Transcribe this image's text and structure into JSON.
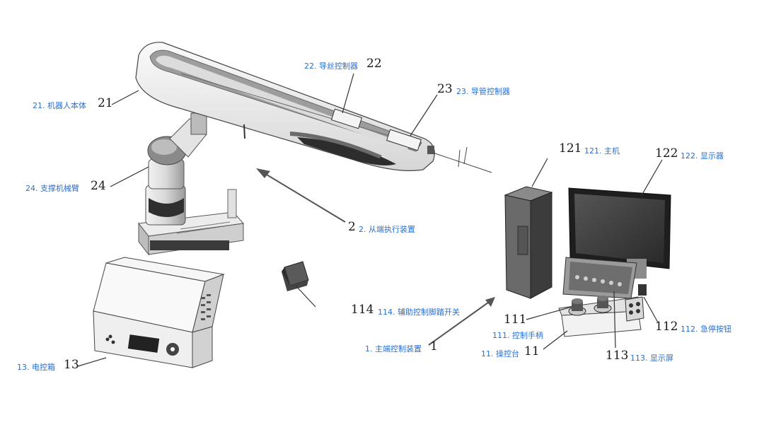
{
  "callouts": {
    "c21": {
      "label": "21. 机器人本体",
      "number": "21"
    },
    "c22": {
      "label": "22. 导丝控制器",
      "number": "22"
    },
    "c23": {
      "label": "23. 导管控制器",
      "number": "23"
    },
    "c24": {
      "label": "24. 支撑机械臂",
      "number": "24"
    },
    "c2": {
      "label": "2. 从端执行装置",
      "number": "2"
    },
    "c121": {
      "label": "121. 主机",
      "number": "121"
    },
    "c122": {
      "label": "122. 显示器",
      "number": "122"
    },
    "c114": {
      "label": "114. 辅助控制脚踏开关",
      "number": "114"
    },
    "c111": {
      "label": "111. 控制手柄",
      "number": "111"
    },
    "c1": {
      "label": "1. 主端控制装置",
      "number": "1"
    },
    "c11": {
      "label": "11. 操控台",
      "number": "11"
    },
    "c113": {
      "label": "113. 显示屏",
      "number": "113"
    },
    "c112": {
      "label": "112. 急停按钮",
      "number": "112"
    },
    "c13": {
      "label": "13. 电控箱",
      "number": "13"
    }
  },
  "colors": {
    "label": "#2a6fd0",
    "number": "#1a1a1a",
    "line": "#333333"
  }
}
